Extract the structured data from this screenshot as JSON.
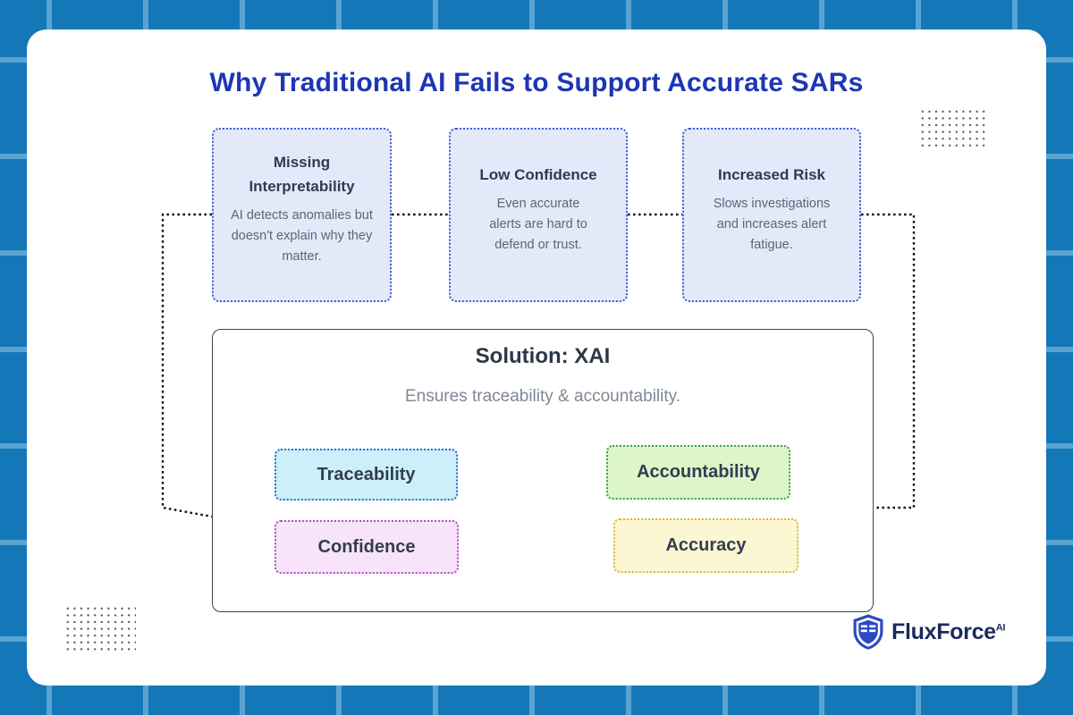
{
  "title": "Why Traditional AI Fails to Support Accurate SARs",
  "problem_cards": [
    {
      "heading": "Missing\nInterpretability",
      "body": "AI detects anomalies but\ndoesn't explain why they\nmatter."
    },
    {
      "heading": "Low Confidence",
      "body": "Even accurate\nalerts are hard to\ndefend or trust."
    },
    {
      "heading": "Increased Risk",
      "body": "Slows investigations\nand increases alert\nfatigue."
    }
  ],
  "solution": {
    "heading": "Solution: XAI",
    "subtitle": "Ensures traceability & accountability.",
    "chips": [
      {
        "label": "Traceability",
        "bg": "#cdeff9",
        "border": "#2f6bd0"
      },
      {
        "label": "Accountability",
        "bg": "#dcf6c9",
        "border": "#3f9e4e"
      },
      {
        "label": "Confidence",
        "bg": "#f8e4fa",
        "border": "#b44cc9"
      },
      {
        "label": "Accuracy",
        "bg": "#fbf7d2",
        "border": "#ddb83a"
      }
    ]
  },
  "logo": {
    "brand": "FluxForce",
    "superscript": "AI"
  },
  "theme": {
    "page_bg": "#1478b8",
    "grid_line": "#58a3d2",
    "canvas_bg": "#ffffff",
    "title_color": "#1d36b4",
    "card_bg": "#e4e9fa",
    "card_border": "#3c5cd7",
    "heading_color": "#2f3a52",
    "body_color": "#5d6575",
    "connector_color": "#161616",
    "solution_border": "#3a4354",
    "logo_blue": "#2b4ac5",
    "logo_navy": "#1b2a5e"
  }
}
